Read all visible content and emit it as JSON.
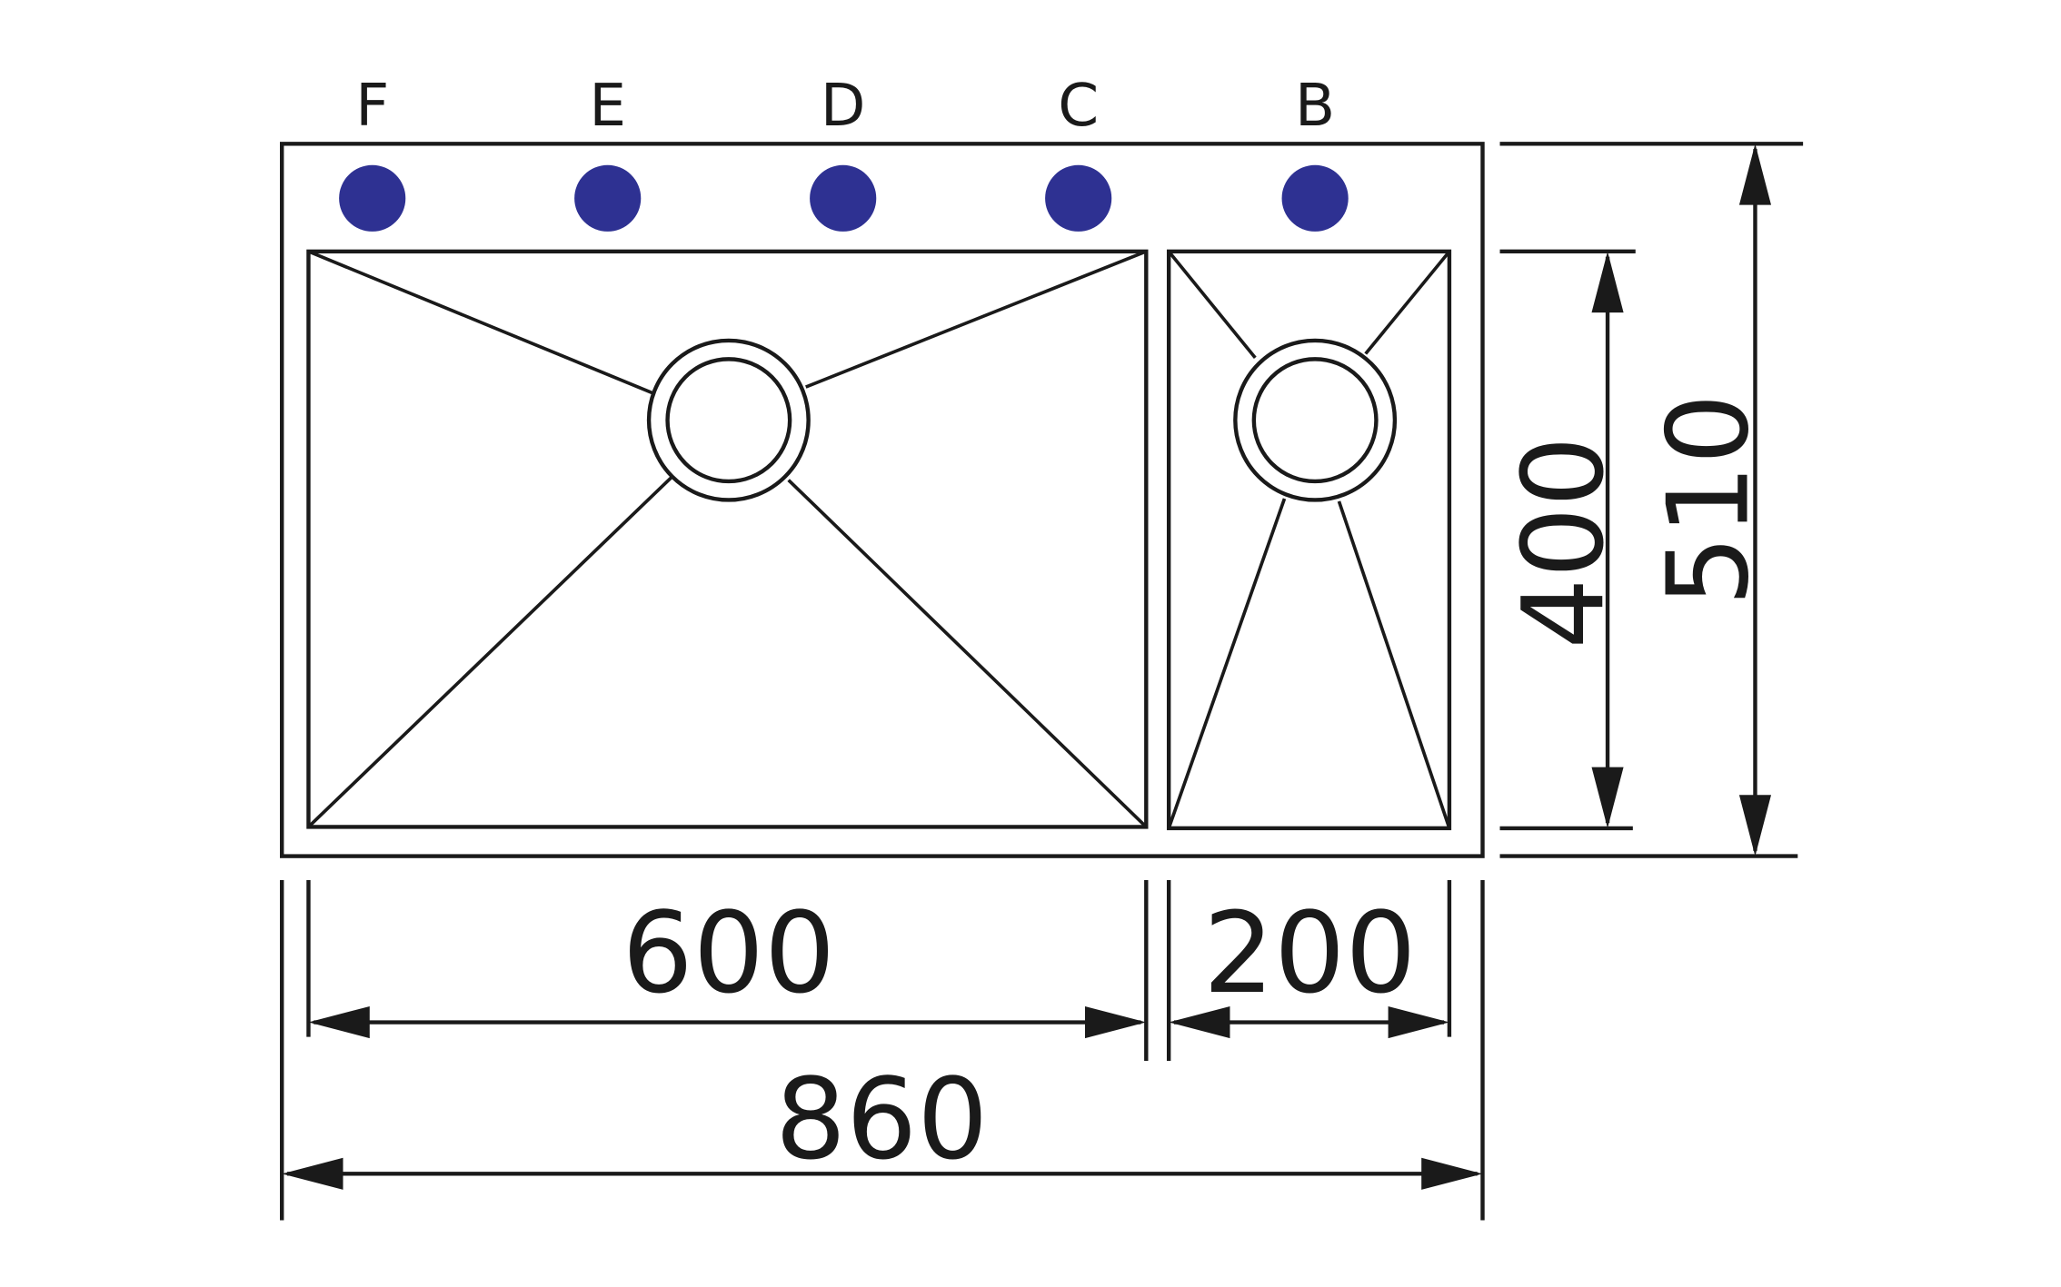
{
  "diagram": {
    "title_hidden": null,
    "tap_hole_color": "#2e3192",
    "tap_holes": [
      {
        "label": "F"
      },
      {
        "label": "E"
      },
      {
        "label": "D"
      },
      {
        "label": "C"
      },
      {
        "label": "B"
      }
    ],
    "dimensions": {
      "main_bowl_width": "600",
      "small_bowl_width": "200",
      "total_width": "860",
      "bowl_depth": "400",
      "total_depth": "510"
    }
  }
}
